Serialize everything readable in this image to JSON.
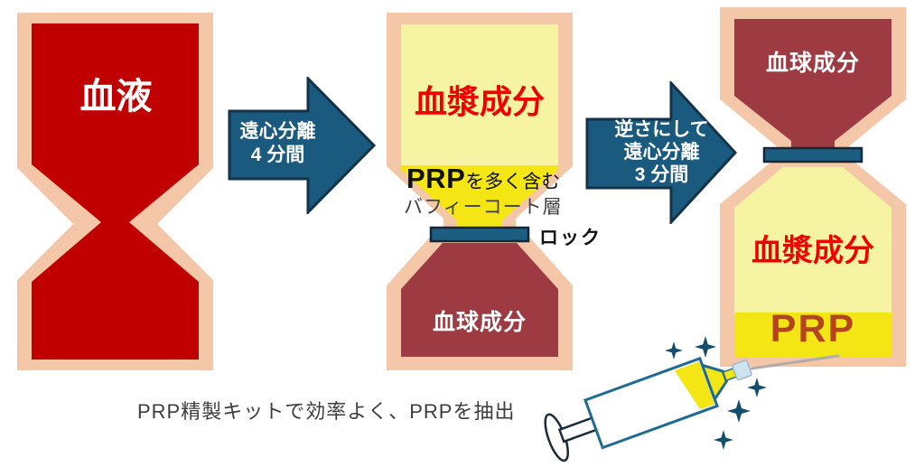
{
  "stage1": {
    "blood_label": "血液"
  },
  "arrow1": {
    "line1": "遠心分離",
    "line2": "4 分間"
  },
  "stage2": {
    "plasma_label": "血漿成分",
    "prp_bold": "PRP",
    "prp_rest": "を多く含む",
    "buffy_line": "バフィーコート層",
    "lock_label": "ロック",
    "cells_label": "血球成分"
  },
  "arrow2": {
    "line1": "逆さにして",
    "line2": "遠心分離",
    "line3": "3 分間"
  },
  "stage3": {
    "cells_label": "血球成分",
    "plasma_label": "血漿成分",
    "prp_label": "PRP"
  },
  "caption": "PRP精製キットで効率よく、PRPを抽出",
  "colors": {
    "tube_outline": "#f4c7a8",
    "blood_red": "#c00000",
    "blood_cells_maroon": "#9e3b42",
    "plasma_pale_yellow": "#f6f3a2",
    "prp_bright_yellow": "#f3e614",
    "arrow_teal": "#1a5a7e",
    "arrow_outline": "#123349",
    "lock_bar": "#1b5e82",
    "plasma_text_red": "#f00000",
    "prp_text_brown": "#b5431c",
    "needle_gray": "#adadad",
    "hub_blue": "#cde4f0",
    "sparkle_teal": "#134f6d",
    "caption_gray": "#3d3d3d"
  }
}
